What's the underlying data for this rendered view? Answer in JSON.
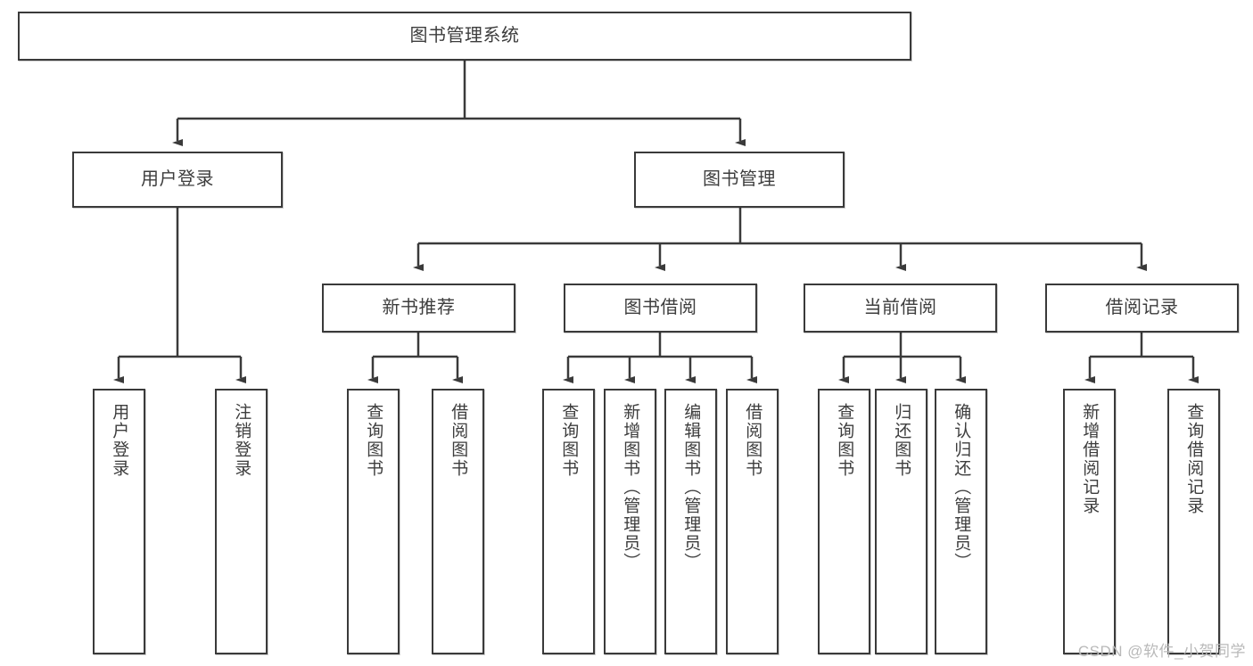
{
  "diagram": {
    "type": "tree",
    "title": "图书管理系统",
    "watermark": "CSDN @软件_小贺同学",
    "colors": {
      "stroke": "#3a3a3a",
      "text": "#3d3d3d",
      "background": "#ffffff",
      "watermark": "#b9b9b9"
    },
    "nodes": {
      "root": {
        "label": "图书管理系统"
      },
      "level2": [
        {
          "label": "用户登录"
        },
        {
          "label": "图书管理"
        }
      ],
      "level3": [
        {
          "label": "新书推荐"
        },
        {
          "label": "图书借阅"
        },
        {
          "label": "当前借阅"
        },
        {
          "label": "借阅记录"
        }
      ],
      "leaves": {
        "user_login": [
          {
            "label": "用户登录"
          },
          {
            "label": "注销登录"
          }
        ],
        "new_book_recommend": [
          {
            "label": "查询图书"
          },
          {
            "label": "借阅图书"
          }
        ],
        "book_borrow": [
          {
            "label": "查询图书"
          },
          {
            "label": "新增图书（管理员）"
          },
          {
            "label": "编辑图书（管理员）"
          },
          {
            "label": "借阅图书"
          }
        ],
        "current_borrow": [
          {
            "label": "查询图书"
          },
          {
            "label": "归还图书"
          },
          {
            "label": "确认归还（管理员）"
          }
        ],
        "borrow_record": [
          {
            "label": "新增借阅记录"
          },
          {
            "label": "查询借阅记录"
          }
        ]
      }
    }
  }
}
